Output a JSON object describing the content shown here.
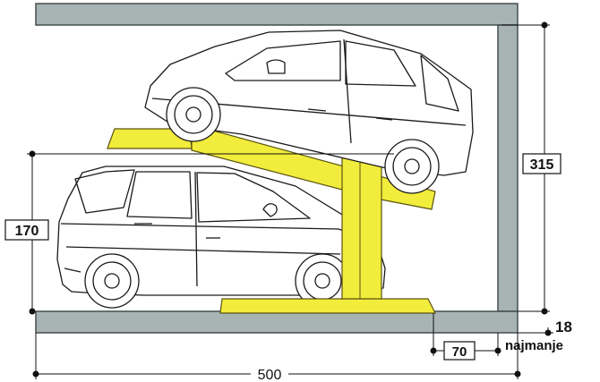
{
  "dimensions": {
    "height_total": "315",
    "height_lower": "170",
    "pit_depth": "18",
    "pit_depth_note": "najmanje",
    "rear_clearance": "70",
    "length_total": "500"
  },
  "colors": {
    "structure": "#a8b4b4",
    "structure_edge": "#3a4444",
    "lift": "#f2ec3c",
    "lift_edge": "#5a5410",
    "car_line": "#1a1a1a",
    "dim_line": "#111111"
  }
}
